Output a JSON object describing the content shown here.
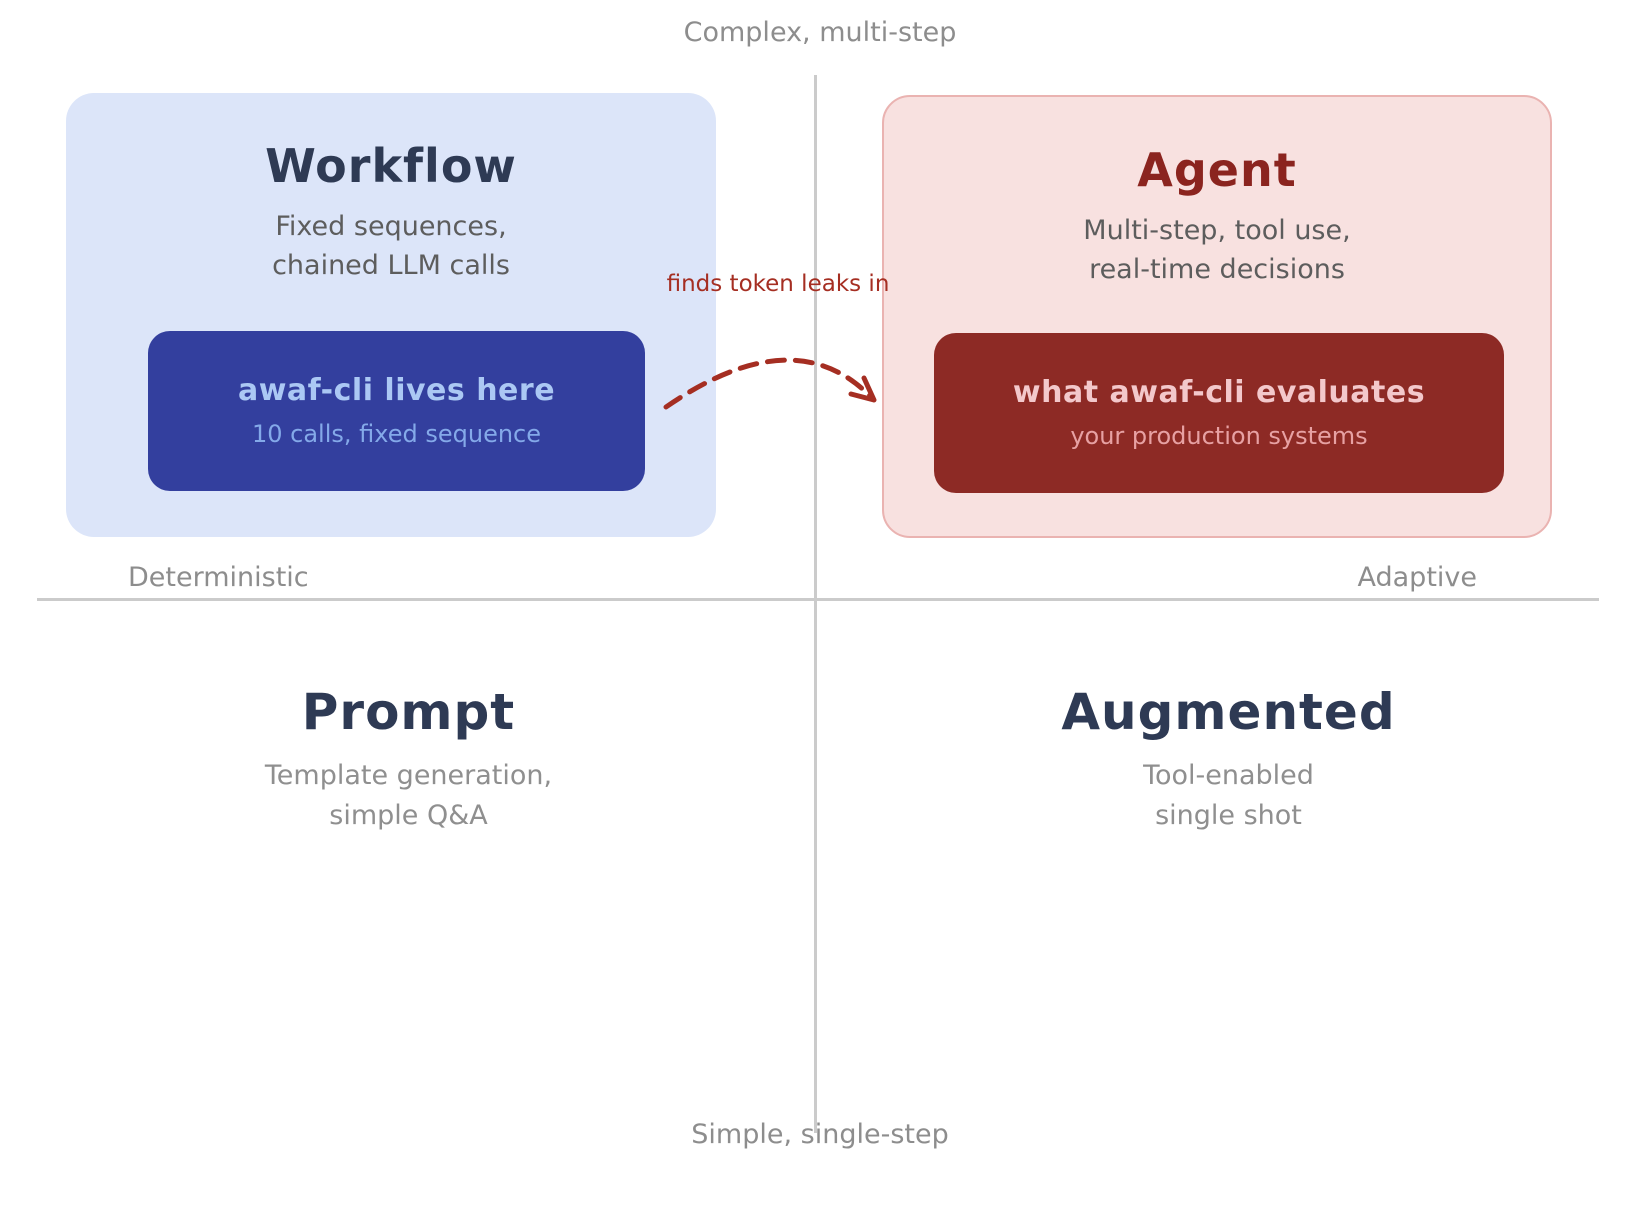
{
  "axes": {
    "top": "Complex, multi-step",
    "bottom": "Simple, single-step",
    "left": "Deterministic",
    "right": "Adaptive"
  },
  "quadrants": {
    "workflow": {
      "title": "Workflow",
      "description": [
        "Fixed sequences,",
        "chained LLM calls"
      ],
      "card": {
        "title": "awaf-cli lives here",
        "subtitle": "10 calls, fixed sequence"
      }
    },
    "agent": {
      "title": "Agent",
      "description": [
        "Multi-step, tool use,",
        "real-time decisions"
      ],
      "card": {
        "title": "what awaf-cli evaluates",
        "subtitle": "your production systems"
      }
    },
    "prompt": {
      "title": "Prompt",
      "description": [
        "Template generation,",
        "simple Q&A"
      ]
    },
    "augmented": {
      "title": "Augmented",
      "description": [
        "Tool-enabled",
        "single shot"
      ]
    }
  },
  "arrow": {
    "label": "finds token leaks in"
  },
  "colors": {
    "background": "#ffffff",
    "workflow_box": "#dce5f9",
    "workflow_card": "#333f9e",
    "workflow_card_title": "#abc8f4",
    "workflow_card_subtitle": "#84a9e9",
    "agent_box": "#f8e1e0",
    "agent_box_border": "#eab3b1",
    "agent_card": "#8d2a25",
    "agent_card_title": "#f3c8cb",
    "agent_card_subtitle": "#e7a1a3",
    "heading": "#2e3a54",
    "agent_heading": "#8b241f",
    "top_description": "#5d5d5d",
    "bottom_description": "#8f8f8f",
    "axis_label": "#8d8d8d",
    "axis_line": "#cbcbcb",
    "arrow": "#a52e22"
  }
}
